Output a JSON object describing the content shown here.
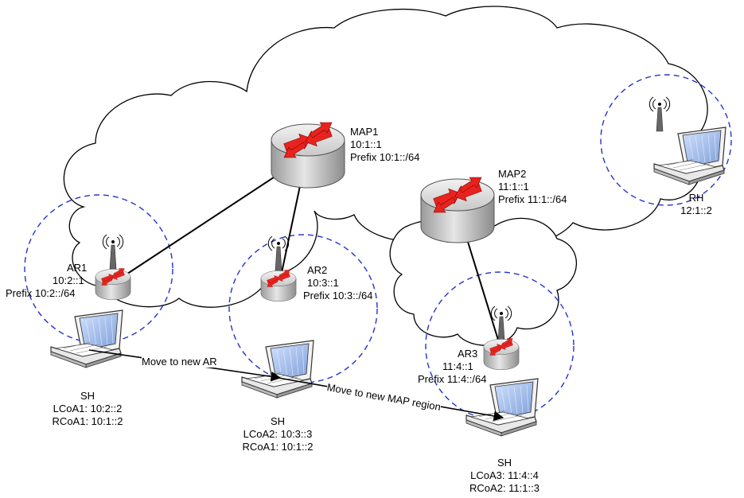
{
  "map1": {
    "name": "MAP1",
    "addr": "10:1::1",
    "prefix": "Prefix 10:1::/64"
  },
  "map2": {
    "name": "MAP2",
    "addr": "11:1::1",
    "prefix": "Prefix 11:1::/64"
  },
  "ar1": {
    "name": "AR1",
    "addr": "10:2::1",
    "prefix": "Prefix 10:2::/64"
  },
  "ar2": {
    "name": "AR2",
    "addr": "10:3::1",
    "prefix": "Prefix 10:3::/64"
  },
  "ar3": {
    "name": "AR3",
    "addr": "11:4::1",
    "prefix": "Prefix 11:4::/64"
  },
  "rh": {
    "name": "RH",
    "addr": "12:1::2"
  },
  "sh1": {
    "name": "SH",
    "lcoa": "LCoA1: 10:2::2",
    "rcoa": "RCoA1: 10:1::2"
  },
  "sh2": {
    "name": "SH",
    "lcoa": "LCoA2: 10:3::3",
    "rcoa": "RCoA1: 10:1::2"
  },
  "sh3": {
    "name": "SH",
    "lcoa": "LCoA3: 11:4::4",
    "rcoa": "RCoA2: 11:1::3"
  },
  "moves": {
    "ar": "Move to new AR",
    "map": "Move to new MAP region"
  },
  "colors": {
    "router_red": "#e8231e",
    "router_body": "#bdbdbd",
    "coverage": "#2233cc",
    "screen": "#9fb8e8"
  },
  "icons": [
    "router-icon",
    "access-router-icon",
    "antenna-icon",
    "laptop-icon",
    "cloud-shape"
  ]
}
